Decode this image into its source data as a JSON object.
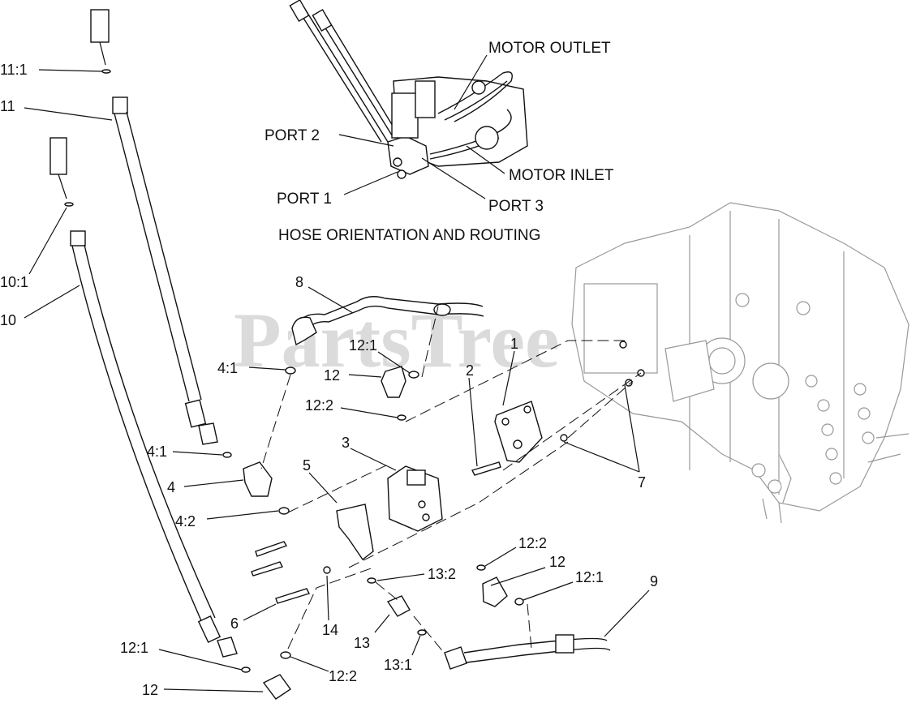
{
  "watermark": "PartsTree",
  "title": "HOSE ORIENTATION AND ROUTING",
  "inset_labels": {
    "motor_outlet": "MOTOR OUTLET",
    "motor_inlet": "MOTOR INLET",
    "port1": "PORT 1",
    "port2": "PORT 2",
    "port3": "PORT 3"
  },
  "callouts": {
    "c11_1": "11:1",
    "c11": "11",
    "c10_1": "10:1",
    "c10": "10",
    "c8": "8",
    "c4_1a": "4:1",
    "c12_1a": "12:1",
    "c12a": "12",
    "c12_2a": "12:2",
    "c1": "1",
    "c2": "2",
    "c3": "3",
    "c4_1b": "4:1",
    "c4": "4",
    "c5": "5",
    "c4_2": "4:2",
    "c7": "7",
    "c12_2b": "12:2",
    "c12b": "12",
    "c12_1b": "12:1",
    "c9": "9",
    "c13_2": "13:2",
    "c6": "6",
    "c14": "14",
    "c13": "13",
    "c13_1": "13:1",
    "c12_1c": "12:1",
    "c12_2c": "12:2",
    "c12c": "12"
  }
}
